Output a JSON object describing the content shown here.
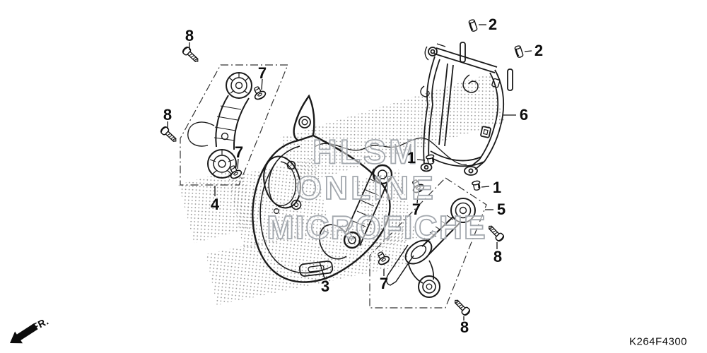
{
  "diagram": {
    "code": "K264F4300",
    "direction_label": "FR.",
    "watermark": {
      "line1": "HLSM",
      "line2": "ONLINE",
      "line3": "MICROFICHE"
    },
    "callouts": [
      {
        "id": "8-top-left-upper",
        "label": "8"
      },
      {
        "id": "8-top-left-lower",
        "label": "8"
      },
      {
        "id": "7-upper",
        "label": "7"
      },
      {
        "id": "7-mid",
        "label": "7"
      },
      {
        "id": "4-bracket",
        "label": "4"
      },
      {
        "id": "3-headlight-cowl",
        "label": "3"
      },
      {
        "id": "2-collar-upper",
        "label": "2"
      },
      {
        "id": "2-collar-lower",
        "label": "2"
      },
      {
        "id": "6-headlight-stay",
        "label": "6"
      },
      {
        "id": "1-bushing-left",
        "label": "1"
      },
      {
        "id": "1-bushing-right",
        "label": "1"
      },
      {
        "id": "7-right",
        "label": "7"
      },
      {
        "id": "5-bracket",
        "label": "5"
      },
      {
        "id": "8-right-upper",
        "label": "8"
      },
      {
        "id": "7-bottom",
        "label": "7"
      },
      {
        "id": "8-bottom",
        "label": "8"
      }
    ],
    "colors": {
      "line": "#1a1a1a",
      "label_text": "#0d0d0d",
      "watermark_stroke": "#a3a8ae",
      "background": "#ffffff"
    }
  }
}
